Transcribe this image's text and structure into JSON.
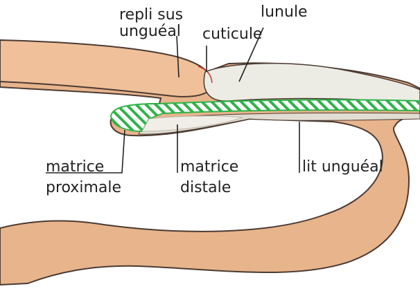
{
  "diagram": {
    "labels": {
      "repli_line1": "repli sus",
      "repli_line2": "unguéal",
      "lunule": "lunule",
      "cuticule": "cuticule",
      "matrice_prox_line1": "matrice",
      "matrice_prox_line2": "proximale",
      "matrice_dist_line1": "matrice",
      "matrice_dist_line2": "distale",
      "lit_ungueal": "lit unguéal"
    },
    "colors": {
      "skin_fill": "#e8b48c",
      "skin_outline": "#4a3a32",
      "lunula_fill": "#ecebe4",
      "nail_plate_fill": "#e6e4dc",
      "matrix_hatch": "#2fb34a",
      "label_text": "#222222"
    }
  }
}
